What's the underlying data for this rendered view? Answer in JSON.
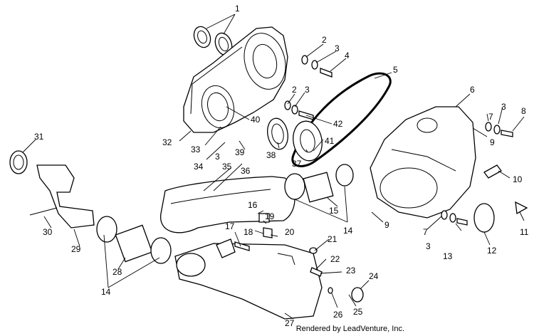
{
  "callouts": [
    "1",
    "2",
    "3",
    "4",
    "5",
    "2",
    "3",
    "40",
    "42",
    "32",
    "33",
    "34",
    "38",
    "37",
    "41",
    "39",
    "3",
    "36",
    "35",
    "6",
    "7",
    "3",
    "8",
    "9",
    "10",
    "9",
    "7",
    "3",
    "13",
    "12",
    "11",
    "15",
    "14",
    "16",
    "19",
    "18",
    "20",
    "17",
    "21",
    "22",
    "23",
    "24",
    "31",
    "30",
    "29",
    "28",
    "14",
    "27",
    "26",
    "25"
  ],
  "credit": "Rendered by LeadVenture, Inc."
}
